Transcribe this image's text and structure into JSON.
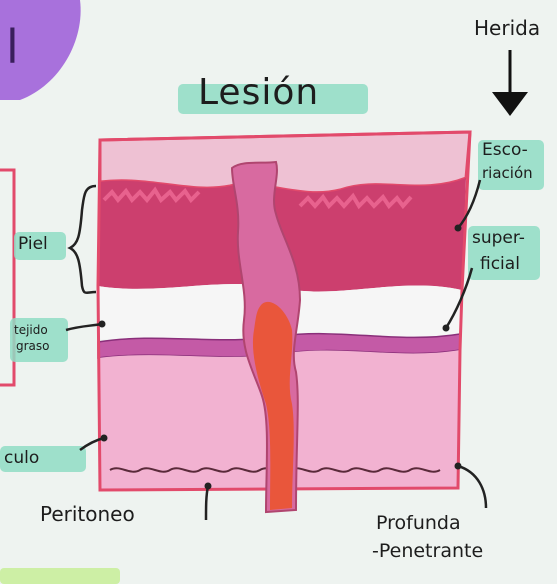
{
  "diagram": {
    "title": "Lesión",
    "labels": {
      "herida": "Herida",
      "escoriacion_1": "Esco-",
      "escoriacion_2": "riación",
      "superficial_1": "super-",
      "superficial_2": "ficial",
      "piel": "Piel",
      "tejido_1": "tejido",
      "tejido_2": "graso",
      "musculo": "culo",
      "peritoneo": "Peritoneo",
      "profunda_1": "Profunda",
      "profunda_2": "-Penetrante",
      "corner_mark": "l"
    },
    "colors": {
      "paper": "#eef3f0",
      "highlight": "#8fdcc4",
      "skin_top": "#eec1d3",
      "dermis": "#cc3f6e",
      "fat_band": "#c45aa6",
      "muscle": "#f2b2d1",
      "wound_pink": "#d86aa0",
      "blood": "#e9563b",
      "outline": "#e24a6b",
      "purple_corner": "#9b59d8"
    }
  }
}
